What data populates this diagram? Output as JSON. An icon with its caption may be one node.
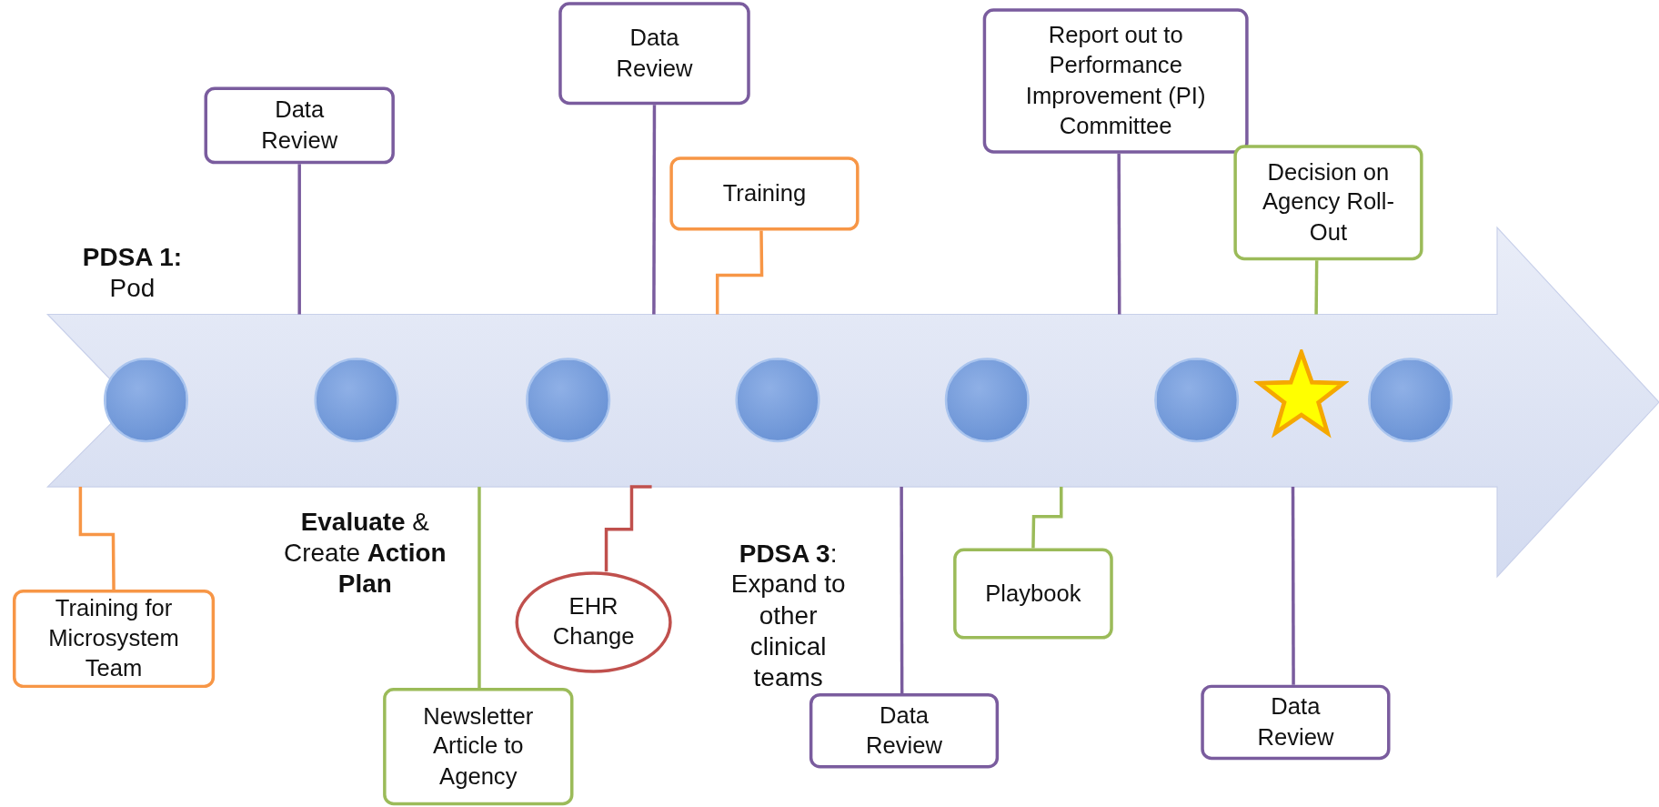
{
  "diagram": {
    "nodes": [
      {
        "text": [],
        "shape": "arrow"
      },
      {
        "text": [],
        "shape": "circle",
        "in": 0
      },
      {
        "text": [],
        "shape": "circle",
        "in": 0
      },
      {
        "text": [],
        "shape": "circle",
        "in": 0
      },
      {
        "text": [],
        "shape": "circle",
        "in": 0
      },
      {
        "text": [],
        "shape": "circle",
        "in": 0
      },
      {
        "text": [],
        "shape": "circle",
        "in": 0
      },
      {
        "text": [],
        "shape": "star",
        "in": 0
      },
      {
        "text": [],
        "shape": "circle",
        "in": 0
      },
      {
        "text": [
          "Data Review"
        ]
      },
      {
        "text": [
          "Data Review"
        ]
      },
      {
        "text": [
          "Training"
        ]
      },
      {
        "text": [
          "Report out to Performance Improvement (PI) Committee"
        ]
      },
      {
        "text": [
          "Decision on Agency Roll-Out"
        ]
      },
      {
        "text": [
          "Training for Microsystem Team"
        ]
      },
      {
        "text": [
          "Newsletter Article to Agency"
        ]
      },
      {
        "text": [
          "EHR Change"
        ]
      },
      {
        "text": [
          "Playbook"
        ]
      },
      {
        "text": [
          "Data Review"
        ]
      },
      {
        "text": [
          "Data Review"
        ]
      }
    ],
    "edges": [
      {
        "from": 9,
        "to": 0,
        "arrow": "none"
      },
      {
        "from": 10,
        "to": 0,
        "arrow": "none"
      },
      {
        "from": 11,
        "to": 0,
        "arrow": "none",
        "color": "#f79646"
      },
      {
        "from": 12,
        "to": 0,
        "arrow": "none"
      },
      {
        "from": 13,
        "to": 0,
        "arrow": "none",
        "color": "#9bbb59"
      },
      {
        "from": 14,
        "to": 0,
        "arrow": "none",
        "color": "#f79646"
      },
      {
        "from": 15,
        "to": 0,
        "arrow": "none",
        "color": "#9bbb59"
      },
      {
        "from": 16,
        "to": 0,
        "arrow": "none",
        "color": "#c0504d"
      },
      {
        "from": 17,
        "to": 0,
        "arrow": "none",
        "color": "#9bbb59"
      },
      {
        "from": 18,
        "to": 0,
        "arrow": "none"
      },
      {
        "from": 19,
        "to": 0,
        "arrow": "none"
      }
    ],
    "labels": [
      "**PDSA 1:** Pod",
      "**Evaluate** & Create **Action Plan**",
      "**PDSA 3**: Expand to other clinical teams"
    ]
  }
}
